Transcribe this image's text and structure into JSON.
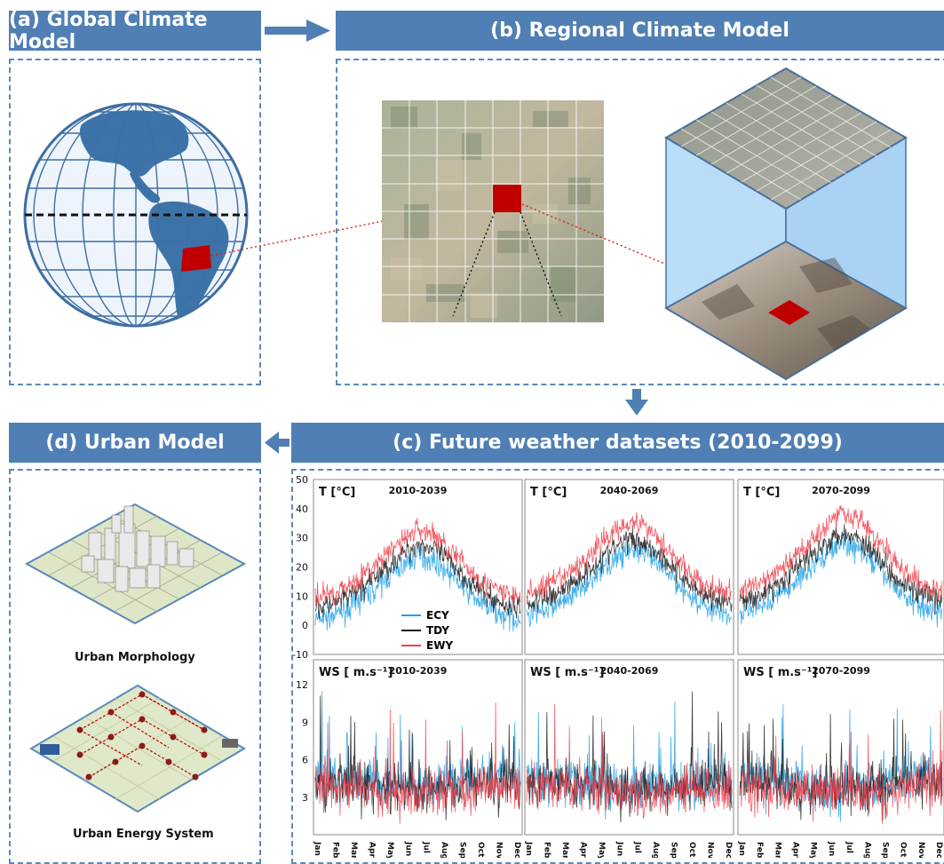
{
  "panels": {
    "a": "(a) Global Climate Model",
    "b": "(b) Regional Climate Model",
    "c": "(c) Future weather datasets (2010-2099)",
    "d": "(d) Urban Model"
  },
  "urban": {
    "morphology_label": "Urban Morphology",
    "energy_label": "Urban Energy System"
  },
  "colors": {
    "banner": "#4f7fb4",
    "ECY": "#1ea0e6",
    "TDY": "#1a1a1a",
    "EWY": "#f0404a",
    "cell": "#c00000"
  },
  "chart_data": [
    {
      "type": "line",
      "title": "2010-2039",
      "ylabel": "T [°C]",
      "ylim": [
        -10,
        50
      ],
      "yticks": [
        -10,
        0,
        10,
        20,
        30,
        40,
        50
      ],
      "legend": [
        "ECY",
        "TDY",
        "EWY"
      ],
      "legend_position": "bottom-left",
      "series": [
        {
          "name": "ECY",
          "mean": [
            2,
            3,
            6,
            10,
            15,
            20,
            24,
            22,
            17,
            11,
            6,
            3
          ]
        },
        {
          "name": "TDY",
          "mean": [
            6,
            7,
            10,
            14,
            19,
            24,
            28,
            26,
            21,
            15,
            10,
            7
          ]
        },
        {
          "name": "EWY",
          "mean": [
            10,
            11,
            14,
            18,
            23,
            29,
            33,
            31,
            25,
            19,
            14,
            11
          ]
        }
      ]
    },
    {
      "type": "line",
      "title": "2040-2069",
      "ylabel": "T [°C]",
      "ylim": [
        -10,
        50
      ],
      "series": [
        {
          "name": "ECY",
          "mean": [
            3,
            5,
            8,
            12,
            17,
            22,
            26,
            24,
            19,
            13,
            8,
            5
          ]
        },
        {
          "name": "TDY",
          "mean": [
            7,
            9,
            12,
            16,
            21,
            26,
            30,
            28,
            23,
            17,
            12,
            9
          ]
        },
        {
          "name": "EWY",
          "mean": [
            11,
            13,
            16,
            20,
            26,
            32,
            36,
            34,
            28,
            21,
            15,
            12
          ]
        }
      ]
    },
    {
      "type": "line",
      "title": "2070-2099",
      "ylabel": "T [°C]",
      "ylim": [
        -10,
        50
      ],
      "series": [
        {
          "name": "ECY",
          "mean": [
            4,
            6,
            9,
            13,
            19,
            24,
            28,
            26,
            21,
            14,
            9,
            6
          ]
        },
        {
          "name": "TDY",
          "mean": [
            8,
            10,
            13,
            18,
            23,
            28,
            32,
            30,
            25,
            18,
            13,
            10
          ]
        },
        {
          "name": "EWY",
          "mean": [
            12,
            14,
            17,
            22,
            28,
            34,
            39,
            37,
            30,
            23,
            17,
            13
          ]
        }
      ]
    },
    {
      "type": "line",
      "title": "2010-2039",
      "ylabel": "WS [ m.s⁻¹]",
      "ylim": [
        0,
        14
      ],
      "yticks": [
        3,
        6,
        9,
        12
      ],
      "series": [
        {
          "name": "ECY",
          "mean": [
            4.5,
            4.5,
            4.5,
            4.2,
            4.0,
            3.8,
            3.6,
            3.8,
            4.0,
            4.2,
            4.4,
            4.5
          ]
        },
        {
          "name": "TDY",
          "mean": [
            4.2,
            4.2,
            4.2,
            4.0,
            3.8,
            3.6,
            3.4,
            3.6,
            3.8,
            4.0,
            4.2,
            4.2
          ]
        },
        {
          "name": "EWY",
          "mean": [
            3.8,
            3.8,
            3.8,
            3.6,
            3.5,
            3.3,
            3.2,
            3.3,
            3.5,
            3.6,
            3.8,
            3.8
          ]
        }
      ]
    },
    {
      "type": "line",
      "title": "2040-2069",
      "ylabel": "WS [ m.s⁻¹]",
      "ylim": [
        0,
        14
      ],
      "series": [
        {
          "name": "ECY",
          "mean": [
            4.5,
            4.5,
            4.5,
            4.2,
            4.0,
            3.8,
            3.6,
            3.8,
            4.0,
            4.2,
            4.4,
            4.5
          ]
        },
        {
          "name": "TDY",
          "mean": [
            4.2,
            4.2,
            4.2,
            4.0,
            3.8,
            3.6,
            3.4,
            3.6,
            3.8,
            4.0,
            4.2,
            4.2
          ]
        },
        {
          "name": "EWY",
          "mean": [
            3.8,
            3.8,
            3.8,
            3.6,
            3.5,
            3.3,
            3.2,
            3.3,
            3.5,
            3.6,
            3.8,
            3.8
          ]
        }
      ]
    },
    {
      "type": "line",
      "title": "2070-2099",
      "ylabel": "WS [ m.s⁻¹]",
      "ylim": [
        0,
        14
      ],
      "series": [
        {
          "name": "ECY",
          "mean": [
            4.5,
            4.5,
            4.5,
            4.2,
            4.0,
            3.8,
            3.6,
            3.8,
            4.0,
            4.2,
            4.4,
            4.5
          ]
        },
        {
          "name": "TDY",
          "mean": [
            4.2,
            4.2,
            4.2,
            4.0,
            3.8,
            3.6,
            3.4,
            3.6,
            3.8,
            4.0,
            4.2,
            4.2
          ]
        },
        {
          "name": "EWY",
          "mean": [
            3.8,
            3.8,
            3.8,
            3.6,
            3.5,
            3.3,
            3.2,
            3.3,
            3.5,
            3.6,
            3.8,
            3.8
          ]
        }
      ]
    }
  ],
  "months": [
    "Jan",
    "Feb",
    "Mar",
    "Apr",
    "May",
    "Jun",
    "Jul",
    "Aug",
    "Sep",
    "Oct",
    "Nov",
    "Dec"
  ]
}
